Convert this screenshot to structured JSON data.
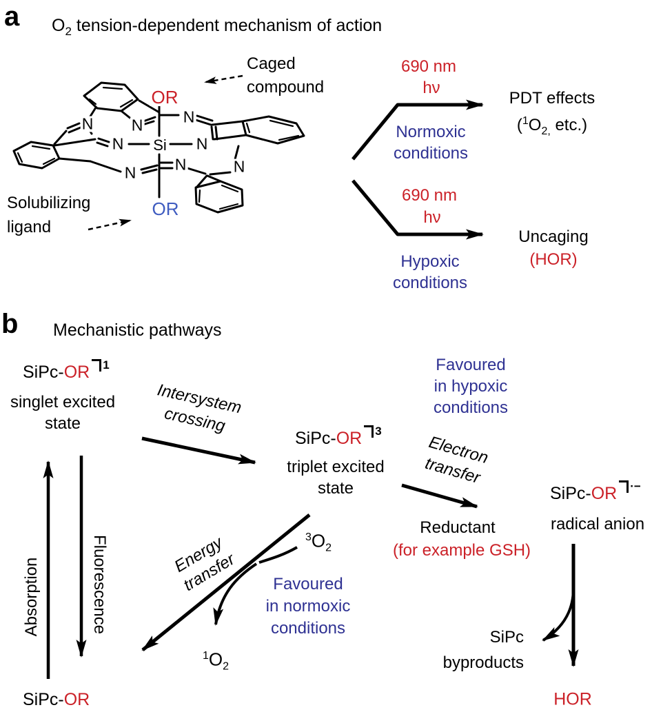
{
  "colors": {
    "red": "#cb2128",
    "blue": "#2e3192",
    "or_blue": "#3f5cc0",
    "ink": "#000000"
  },
  "panel_a": {
    "panel_label": "a",
    "title": {
      "pre": "O",
      "sub": "2",
      "rest": " tension-dependent mechanism of action"
    },
    "structure": {
      "si": "Si",
      "n": "N",
      "or_top": "OR",
      "or_bottom": "OR"
    },
    "annotations": {
      "caged": [
        "Caged",
        "compound"
      ],
      "solubilizing": [
        "Solubilizing",
        "ligand"
      ]
    },
    "normoxic_path": {
      "wavelength": "690 nm",
      "light": "hν",
      "condition": [
        "Normoxic",
        "conditions"
      ],
      "product_line1": "PDT effects",
      "product_line2": {
        "open": "(",
        "sup": "1",
        "o": "O",
        "sub": "2,",
        "rest": " etc.)"
      }
    },
    "hypoxic_path": {
      "wavelength": "690 nm",
      "light": "hν",
      "condition": [
        "Hypoxic",
        "conditions"
      ],
      "product_line1": "Uncaging",
      "product_line2": "(HOR)"
    }
  },
  "panel_b": {
    "panel_label": "b",
    "title": "Mechanistic pathways",
    "singlet": {
      "compound": "SiPc-",
      "or": "OR",
      "sup": "1",
      "desc": [
        "singlet excited",
        "state"
      ]
    },
    "triplet": {
      "compound": "SiPc-",
      "or": "OR",
      "sup": "3",
      "desc": [
        "triplet excited",
        "state"
      ]
    },
    "radical": {
      "compound": "SiPc-",
      "or": "OR",
      "sup": "·−",
      "desc": "radical anion"
    },
    "ground": {
      "compound": "SiPc-",
      "or": "OR"
    },
    "processes": {
      "intersystem": [
        "Intersystem",
        "crossing"
      ],
      "electron": [
        "Electron",
        "transfer"
      ],
      "energy": [
        "Energy",
        "transfer"
      ],
      "absorption": "Absorption",
      "fluorescence": "Fluorescence"
    },
    "notes": {
      "hypoxic": [
        "Favoured",
        "in hypoxic",
        "conditions"
      ],
      "normoxic": [
        "Favoured",
        "in normoxic",
        "conditions"
      ],
      "reductant": "Reductant",
      "reductant_example": "(for example GSH)"
    },
    "species": {
      "triplet_o2": {
        "sup": "3",
        "o": "O",
        "sub": "2"
      },
      "singlet_o2": {
        "sup": "1",
        "o": "O",
        "sub": "2"
      },
      "byproducts": [
        "SiPc",
        "byproducts"
      ],
      "hor": "HOR"
    }
  }
}
